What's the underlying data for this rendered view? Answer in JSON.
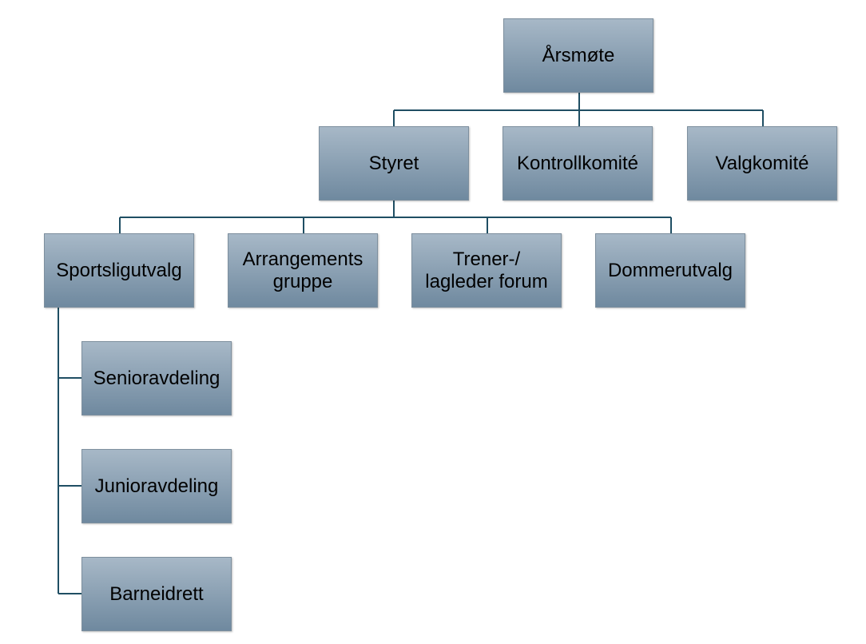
{
  "diagram": {
    "line_color": "#1f4e63",
    "box_fill_top": "#a7b8c7",
    "box_fill_bottom": "#6f899f",
    "nodes": {
      "arsmote": "Årsmøte",
      "styret": "Styret",
      "kontrollkomite": "Kontrollkomité",
      "valgkomite": "Valgkomité",
      "sportsligutvalg": "Sportsligutvalg",
      "arrangementsgruppe": "Arrangements\ngruppe",
      "trener_lagleder_forum": "Trener-/\nlagleder forum",
      "dommerutvalg": "Dommerutvalg",
      "senioravdeling": "Senioravdeling",
      "junioravdeling": "Junioravdeling",
      "barneidrett": "Barneidrett"
    }
  }
}
